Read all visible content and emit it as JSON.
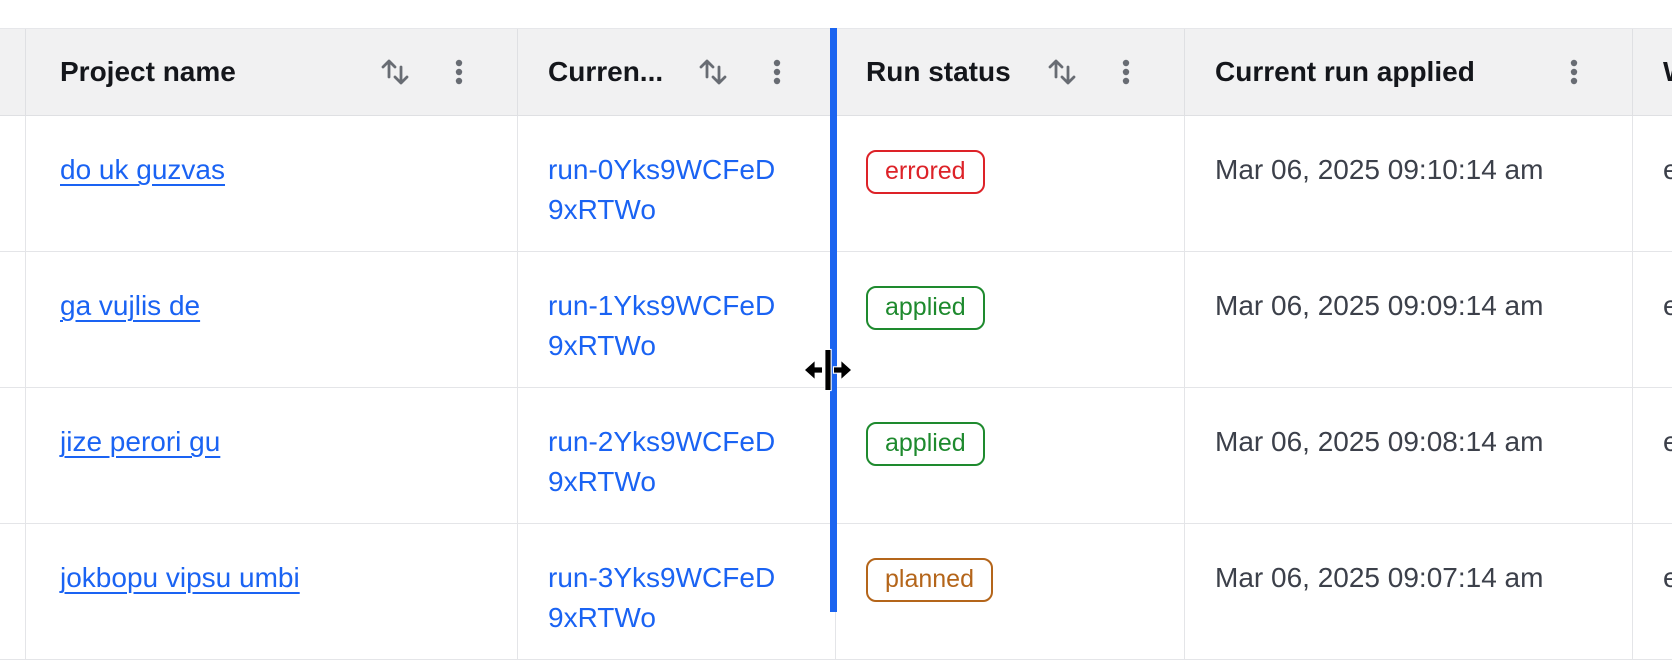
{
  "table": {
    "columns": [
      {
        "label": "Project name",
        "has_sort": true,
        "has_menu": true
      },
      {
        "label": "Curren...",
        "has_sort": true,
        "has_menu": true
      },
      {
        "label": "Run status",
        "has_sort": true,
        "has_menu": true
      },
      {
        "label": "Current run applied",
        "has_sort": false,
        "has_menu": true
      },
      {
        "label": "W",
        "has_sort": false,
        "has_menu": false
      }
    ],
    "rows": [
      {
        "project": "do uk guzvas",
        "run_id": "run-0Yks9WCFeD9xRTWo",
        "status": "errored",
        "status_color": "#dd2228",
        "applied_at": "Mar 06, 2025 09:10:14 am",
        "workspace": "e"
      },
      {
        "project": "ga vujlis de",
        "run_id": "run-1Yks9WCFeD9xRTWo",
        "status": "applied",
        "status_color": "#1e8a2e",
        "applied_at": "Mar 06, 2025 09:09:14 am",
        "workspace": "e"
      },
      {
        "project": "jize perori gu",
        "run_id": "run-2Yks9WCFeD9xRTWo",
        "status": "applied",
        "status_color": "#1e8a2e",
        "applied_at": "Mar 06, 2025 09:08:14 am",
        "workspace": "e"
      },
      {
        "project": "jokbopu vipsu umbi",
        "run_id": "run-3Yks9WCFeD9xRTWo",
        "status": "planned",
        "status_color": "#b4651a",
        "applied_at": "Mar 06, 2025 09:07:14 am",
        "workspace": "e"
      }
    ]
  },
  "ui": {
    "resize_line_color": "#1b64f0",
    "cursor_mode": "col-resize",
    "link_color": "#1a63f3",
    "header_bg": "#f1f1f2",
    "border_color": "#e4e5e8",
    "icon_color": "#686c73"
  }
}
